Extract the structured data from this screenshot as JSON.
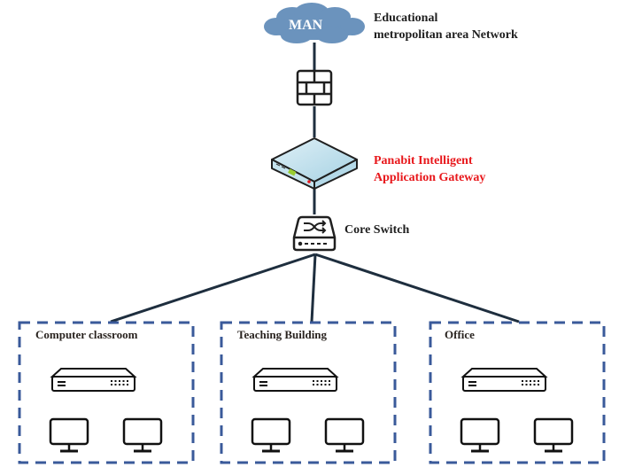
{
  "diagram": {
    "cloud": {
      "label": "MAN",
      "color": "#6b93bd"
    },
    "man_caption": {
      "line1": "Educational",
      "line2": "metropolitan area Network"
    },
    "gateway_caption": {
      "line1": "Panabit Intelligent",
      "line2": "Application Gateway",
      "color": "#e8171b"
    },
    "core_switch_caption": "Core Switch",
    "areas": [
      {
        "label": "Computer classroom",
        "devices": [
          "access-switch",
          "pc",
          "pc"
        ]
      },
      {
        "label": "Teaching Building",
        "devices": [
          "access-switch",
          "pc",
          "pc"
        ]
      },
      {
        "label": "Office",
        "devices": [
          "access-switch",
          "pc",
          "pc"
        ]
      }
    ],
    "colors": {
      "area_border": "#3a5a9a",
      "line": "#1e2e3e"
    }
  }
}
